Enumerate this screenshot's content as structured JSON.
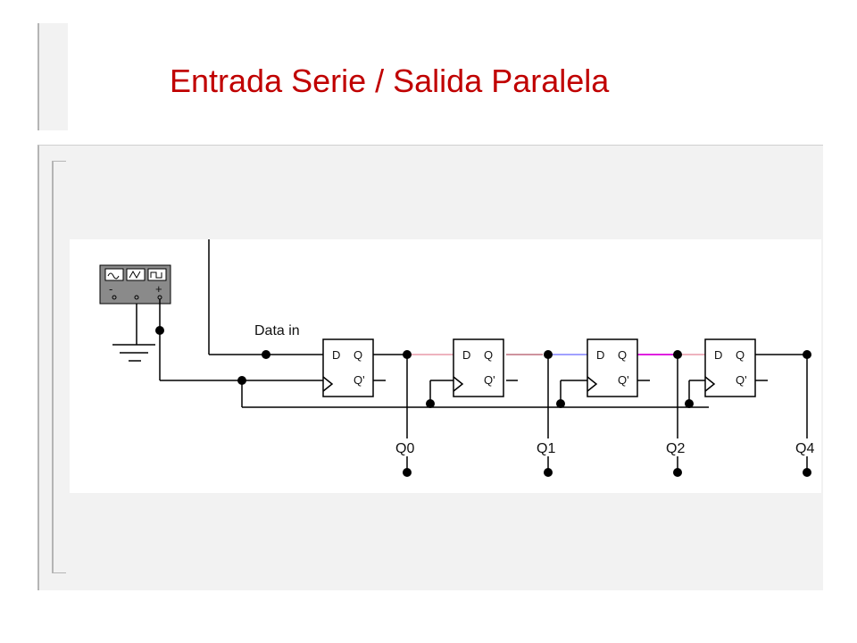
{
  "title": "Entrada Serie / Salida Paralela",
  "data_in_label": "Data in",
  "flipflops": [
    {
      "d": "D",
      "q": "Q",
      "qn": "Q'"
    },
    {
      "d": "D",
      "q": "Q",
      "qn": "Q'"
    },
    {
      "d": "D",
      "q": "Q",
      "qn": "Q'"
    },
    {
      "d": "D",
      "q": "Q",
      "qn": "Q'"
    }
  ],
  "outputs": [
    "Q0",
    "Q1",
    "Q2",
    "Q4"
  ],
  "generator": {
    "minus": "-",
    "plus": "+"
  },
  "colors": {
    "title": "#c00000",
    "wire": "#000000",
    "wire_pink": "#e89aa8",
    "wire_blue": "#8080ff",
    "wire_magenta": "#ff00ff"
  }
}
